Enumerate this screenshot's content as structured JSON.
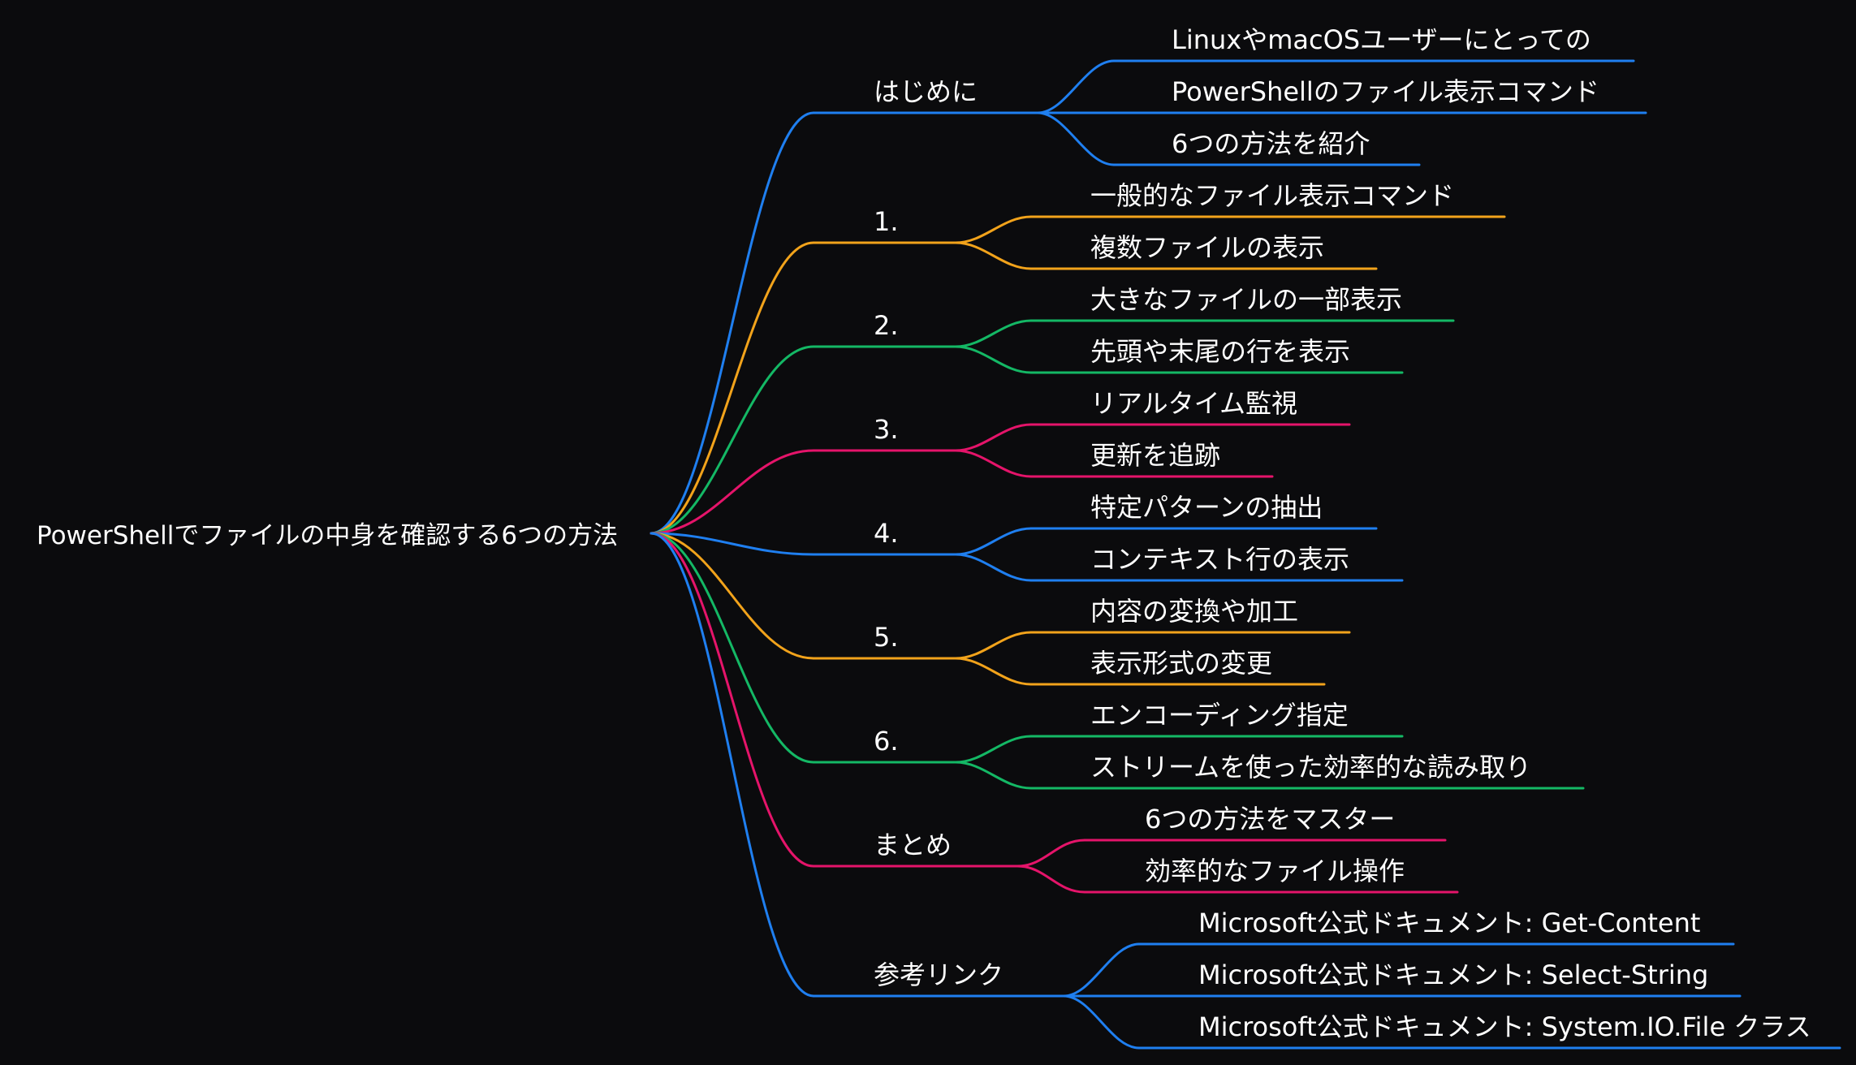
{
  "root": {
    "label": "PowerShellでファイルの中身を確認する6つの方法"
  },
  "palette": {
    "blue": "#1f7ff0",
    "orange": "#f2a31b",
    "green": "#14b865",
    "pink": "#e5146a"
  },
  "branches": [
    {
      "label": "はじめに",
      "color": "#1f7ff0",
      "children": [
        "LinuxやmacOSユーザーにとっての",
        "PowerShellのファイル表示コマンド",
        "6つの方法を紹介"
      ]
    },
    {
      "label": "1.",
      "color": "#f2a31b",
      "children": [
        "一般的なファイル表示コマンド",
        "複数ファイルの表示"
      ]
    },
    {
      "label": "2.",
      "color": "#14b865",
      "children": [
        "大きなファイルの一部表示",
        "先頭や末尾の行を表示"
      ]
    },
    {
      "label": "3.",
      "color": "#e5146a",
      "children": [
        "リアルタイム監視",
        "更新を追跡"
      ]
    },
    {
      "label": "4.",
      "color": "#1f7ff0",
      "children": [
        "特定パターンの抽出",
        "コンテキスト行の表示"
      ]
    },
    {
      "label": "5.",
      "color": "#f2a31b",
      "children": [
        "内容の変換や加工",
        "表示形式の変更"
      ]
    },
    {
      "label": "6.",
      "color": "#14b865",
      "children": [
        "エンコーディング指定",
        "ストリームを使った効率的な読み取り"
      ]
    },
    {
      "label": "まとめ",
      "color": "#e5146a",
      "children": [
        "6つの方法をマスター",
        "効率的なファイル操作"
      ]
    },
    {
      "label": "参考リンク",
      "color": "#1f7ff0",
      "children": [
        "Microsoft公式ドキュメント: Get-Content",
        "Microsoft公式ドキュメント: Select-String",
        "Microsoft公式ドキュメント: System.IO.File クラス"
      ]
    }
  ]
}
